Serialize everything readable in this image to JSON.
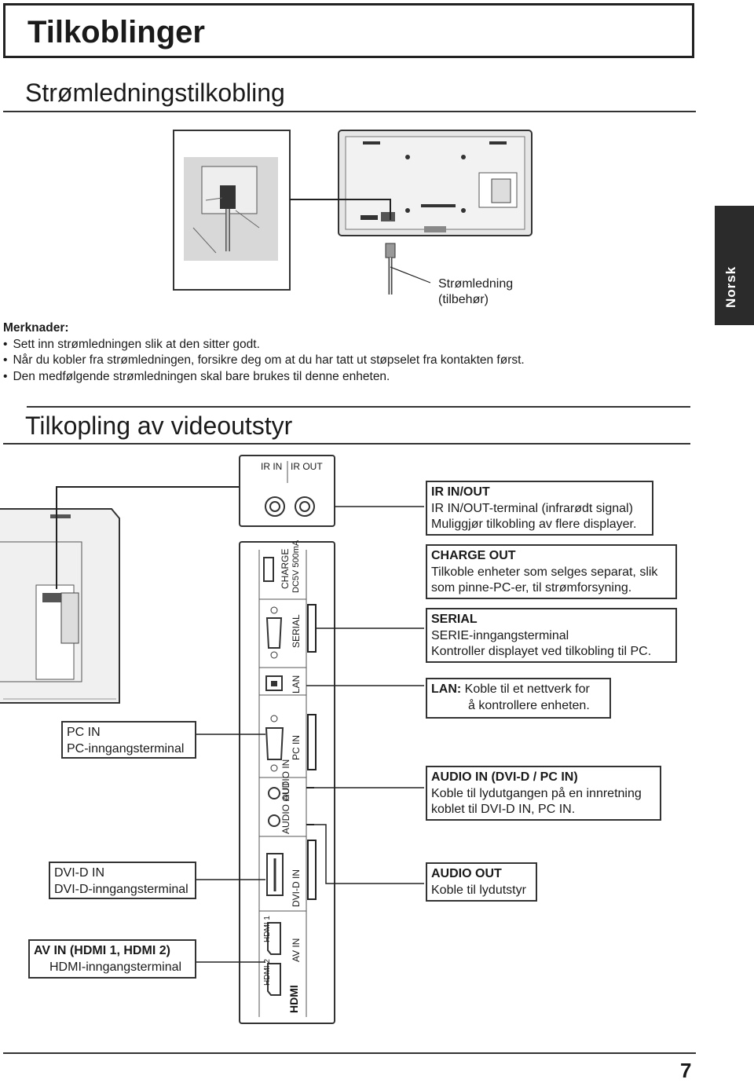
{
  "header": {
    "title": "Tilkoblinger",
    "tab_label": "Norsk"
  },
  "section_power": {
    "heading": "Strømledningstilkobling",
    "cable_label_line1": "Strømledning",
    "cable_label_line2": "(tilbehør)"
  },
  "notes": {
    "heading": "Merknader:",
    "items": [
      "Sett inn strømledningen slik at den sitter godt.",
      "Når du kobler fra strømledningen, forsikre deg om at du har tatt ut støpselet fra kontakten først.",
      "Den medfølgende strømledningen skal bare brukes til denne enheten."
    ]
  },
  "section_video": {
    "heading": "Tilkopling av videoutstyr",
    "panel_labels": {
      "ir_in": "IR IN",
      "ir_out": "IR OUT",
      "charge": "CHARGE",
      "charge_spec": "DC5V 500mA",
      "serial": "SERIAL",
      "lan": "LAN",
      "pc_in": "PC IN",
      "audio_in": "AUDIO IN",
      "audio_out": "AUDIO OUT",
      "dvi_in": "DVI-D IN",
      "hdmi1": "HDMI 1",
      "hdmi2": "HDMI 2",
      "av_in": "AV IN",
      "hdmi_logo": "HDMI"
    },
    "callouts": {
      "ir": {
        "title": "IR IN/OUT",
        "line1": "IR IN/OUT-terminal (infrarødt signal)",
        "line2": "Muliggjør tilkobling av flere displayer."
      },
      "charge": {
        "title": "CHARGE OUT",
        "line1": "Tilkoble enheter som selges separat, slik",
        "line2": "som pinne-PC-er, til strømforsyning."
      },
      "serial": {
        "title": "SERIAL",
        "line1": "SERIE-inngangsterminal",
        "line2": "Kontroller displayet ved tilkobling til PC."
      },
      "lan": {
        "title": "LAN:",
        "line1": " Koble til et nettverk for",
        "line2": "å kontrollere enheten."
      },
      "audio_in": {
        "title": "AUDIO IN (DVI-D / PC IN)",
        "line1": "Koble til lydutgangen på en innretning",
        "line2": "koblet til DVI-D IN, PC IN."
      },
      "audio_out": {
        "title": "AUDIO OUT",
        "line1": "Koble til lydutstyr"
      },
      "pc_in": {
        "title": "PC IN",
        "line1": "PC-inngangsterminal"
      },
      "dvi_in": {
        "title": "DVI-D IN",
        "line1": "DVI-D-inngangsterminal"
      },
      "av_in": {
        "title": "AV IN (HDMI 1, HDMI 2)",
        "line1": "HDMI-inngangsterminal"
      }
    }
  },
  "footer": {
    "page_number": "7"
  }
}
